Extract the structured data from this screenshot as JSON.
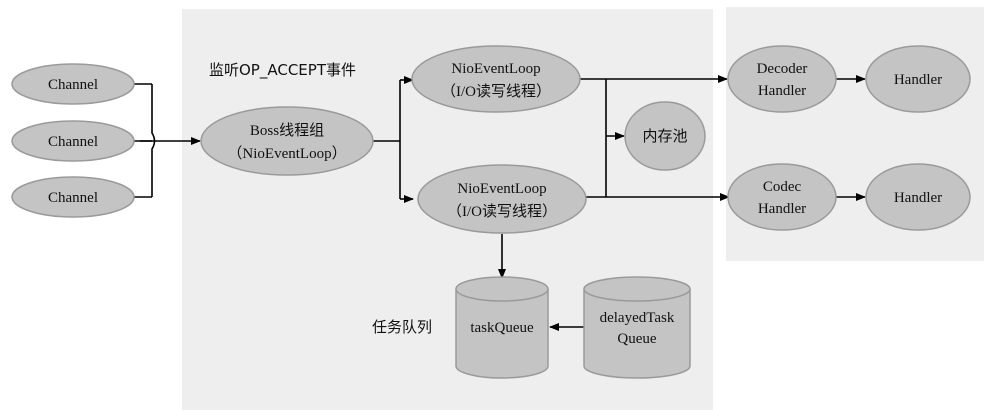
{
  "colors": {
    "background": "#ffffff",
    "panel": "#eeeeee",
    "node_fill": "#c4c4c4",
    "node_stroke": "#9a9a9a",
    "line": "#000000",
    "text": "#111111"
  },
  "labels": {
    "listen_accept": "监听OP_ACCEPT事件",
    "task_queue_caption": "任务队列"
  },
  "nodes": {
    "channel_1": "Channel",
    "channel_2": "Channel",
    "channel_3": "Channel",
    "boss_line1": "Boss线程组",
    "boss_line2": "（NioEventLoop）",
    "loop_top_line1": "NioEventLoop",
    "loop_top_line2": "（I/O读写线程）",
    "loop_bottom_line1": "NioEventLoop",
    "loop_bottom_line2": "（I/O读写线程）",
    "memory_pool": "内存池",
    "decoder_line1": "Decoder",
    "decoder_line2": "Handler",
    "handler_top": "Handler",
    "codec_line1": "Codec",
    "codec_line2": "Handler",
    "handler_bottom": "Handler",
    "task_queue": "taskQueue",
    "delayed_line1": "delayedTask",
    "delayed_line2": "Queue"
  }
}
